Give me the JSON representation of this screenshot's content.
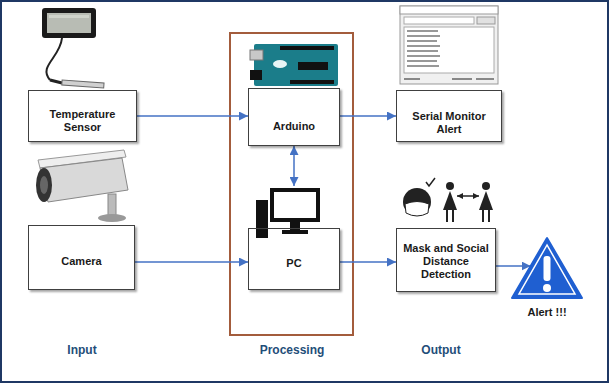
{
  "diagram": {
    "nodes": [
      {
        "text": [
          "Temperature Sensor"
        ]
      },
      {
        "text": [
          "Arduino"
        ]
      },
      {
        "text": [
          "Serial Monitor Alert"
        ]
      },
      {
        "text": [
          "Camera"
        ]
      },
      {
        "text": [
          "PC"
        ]
      },
      {
        "text": [
          "Mask and Social Distance Detection"
        ]
      },
      {
        "text": [
          "Alert !!!"
        ]
      }
    ],
    "edges": [
      {
        "from": 0,
        "to": 1,
        "arrow": "to"
      },
      {
        "from": 1,
        "to": 2,
        "arrow": "to"
      },
      {
        "from": 1,
        "to": 4,
        "arrow": "both"
      },
      {
        "from": 3,
        "to": 4,
        "arrow": "to"
      },
      {
        "from": 4,
        "to": 5,
        "arrow": "to"
      },
      {
        "from": 5,
        "to": 6,
        "arrow": "to"
      }
    ],
    "labels": [
      "Input",
      "Processing",
      "Output"
    ]
  }
}
